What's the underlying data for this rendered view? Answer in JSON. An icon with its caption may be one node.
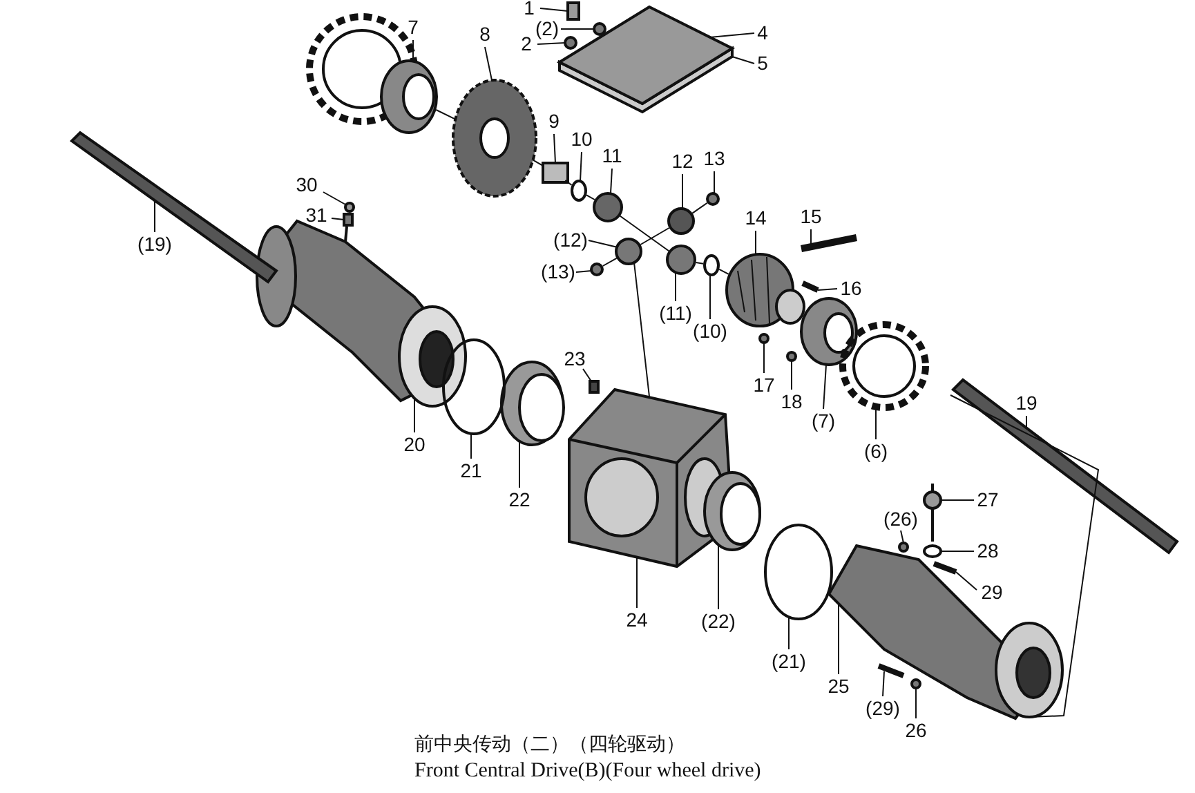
{
  "diagram": {
    "caption": "前中央传动（二）（四轮驱动）",
    "nodes": [
      {
        "text": [
          "1"
        ]
      },
      {
        "text": [
          "(2)"
        ]
      },
      {
        "text": [
          "2"
        ]
      },
      {
        "text": [
          "4"
        ]
      },
      {
        "text": [
          "5"
        ]
      },
      {
        "text": [
          "7"
        ]
      },
      {
        "text": [
          "8"
        ]
      },
      {
        "text": [
          "9"
        ]
      },
      {
        "text": [
          "10"
        ]
      },
      {
        "text": [
          "11"
        ]
      },
      {
        "text": [
          "12"
        ]
      },
      {
        "text": [
          "13"
        ]
      },
      {
        "text": [
          "30"
        ]
      },
      {
        "text": [
          "31"
        ]
      },
      {
        "text": [
          "(19)"
        ]
      },
      {
        "text": [
          "(12)"
        ]
      },
      {
        "text": [
          "(13)"
        ]
      },
      {
        "text": [
          "14"
        ]
      },
      {
        "text": [
          "15"
        ]
      },
      {
        "text": [
          "16"
        ]
      },
      {
        "text": [
          "(11)"
        ]
      },
      {
        "text": [
          "(10)"
        ]
      },
      {
        "text": [
          "17"
        ]
      },
      {
        "text": [
          "18"
        ]
      },
      {
        "text": [
          "(7)"
        ]
      },
      {
        "text": [
          "(6)"
        ]
      },
      {
        "text": [
          "19"
        ]
      },
      {
        "text": [
          "20"
        ]
      },
      {
        "text": [
          "21"
        ]
      },
      {
        "text": [
          "22"
        ]
      },
      {
        "text": [
          "23"
        ]
      },
      {
        "text": [
          "24"
        ]
      },
      {
        "text": [
          "(22)"
        ]
      },
      {
        "text": [
          "(21)"
        ]
      },
      {
        "text": [
          "25"
        ]
      },
      {
        "text": [
          "27"
        ]
      },
      {
        "text": [
          "(26)"
        ]
      },
      {
        "text": [
          "28"
        ]
      },
      {
        "text": [
          "29"
        ]
      },
      {
        "text": [
          "(29)"
        ]
      },
      {
        "text": [
          "26"
        ]
      },
      {
        "text": [],
        "shape": "box"
      },
      {
        "text": [],
        "shape": "circle"
      },
      {
        "text": [],
        "shape": "circle"
      },
      {
        "text": [],
        "shape": "picture"
      },
      {
        "text": [],
        "shape": "picture"
      },
      {
        "text": [],
        "shape": "picture"
      },
      {
        "text": [],
        "shape": "picture"
      },
      {
        "text": [],
        "shape": "box"
      },
      {
        "text": [],
        "shape": "circle"
      },
      {
        "text": [],
        "shape": "circle"
      },
      {
        "text": [],
        "shape": "circle"
      },
      {
        "text": [],
        "shape": "circle"
      },
      {
        "text": [],
        "shape": "circle"
      },
      {
        "text": [],
        "shape": "box"
      },
      {
        "text": [],
        "shape": "picture"
      },
      {
        "text": [],
        "shape": "circle"
      },
      {
        "text": [],
        "shape": "circle"
      },
      {
        "text": [],
        "shape": "picture"
      },
      {
        "text": [],
        "shape": "picture"
      },
      {
        "text": [],
        "shape": "picture"
      },
      {
        "text": [],
        "shape": "circle"
      },
      {
        "text": [],
        "shape": "circle"
      },
      {
        "text": [],
        "shape": "circle"
      },
      {
        "text": [],
        "shape": "circle"
      },
      {
        "text": [],
        "shape": "picture"
      },
      {
        "text": [],
        "shape": "picture"
      },
      {
        "text": [],
        "shape": "picture"
      },
      {
        "text": [],
        "shape": "picture"
      },
      {
        "text": [],
        "shape": "circle"
      },
      {
        "text": [],
        "shape": "picture"
      },
      {
        "text": [],
        "shape": "box"
      },
      {
        "text": [],
        "shape": "picture"
      },
      {
        "text": [],
        "shape": "picture"
      },
      {
        "text": [],
        "shape": "circle"
      },
      {
        "text": [],
        "shape": "picture"
      },
      {
        "text": [],
        "shape": "picture"
      },
      {
        "text": [],
        "shape": "circle"
      },
      {
        "text": [],
        "shape": "circle"
      },
      {
        "text": [],
        "shape": "picture"
      },
      {
        "text": [],
        "shape": "picture"
      },
      {
        "text": [],
        "shape": "circle"
      }
    ],
    "edges": [
      {
        "from": 0,
        "to": 41,
        "arrow": "none"
      },
      {
        "from": 1,
        "to": 42,
        "arrow": "none"
      },
      {
        "from": 2,
        "to": 43,
        "arrow": "none"
      },
      {
        "from": 3,
        "to": 44,
        "arrow": "none"
      },
      {
        "from": 4,
        "to": 45,
        "arrow": "none"
      },
      {
        "from": 5,
        "to": 46,
        "arrow": "none"
      },
      {
        "from": 6,
        "to": 47,
        "arrow": "none"
      },
      {
        "from": 7,
        "to": 48,
        "arrow": "none"
      },
      {
        "from": 8,
        "to": 49,
        "arrow": "none"
      },
      {
        "from": 9,
        "to": 50,
        "arrow": "none"
      },
      {
        "from": 10,
        "to": 51,
        "arrow": "none"
      },
      {
        "from": 11,
        "to": 52,
        "arrow": "none"
      },
      {
        "from": 12,
        "to": 53,
        "arrow": "none"
      },
      {
        "from": 13,
        "to": 54,
        "arrow": "none"
      },
      {
        "from": 14,
        "to": 55,
        "arrow": "none"
      },
      {
        "from": 15,
        "to": 56,
        "arrow": "none"
      },
      {
        "from": 16,
        "to": 57,
        "arrow": "none"
      },
      {
        "from": 17,
        "to": 58,
        "arrow": "none"
      },
      {
        "from": 18,
        "to": 59,
        "arrow": "none"
      },
      {
        "from": 19,
        "to": 60,
        "arrow": "none"
      },
      {
        "from": 20,
        "to": 61,
        "arrow": "none"
      },
      {
        "from": 21,
        "to": 62,
        "arrow": "none"
      },
      {
        "from": 22,
        "to": 63,
        "arrow": "none"
      },
      {
        "from": 23,
        "to": 64,
        "arrow": "none"
      },
      {
        "from": 24,
        "to": 65,
        "arrow": "none"
      },
      {
        "from": 25,
        "to": 66,
        "arrow": "none"
      },
      {
        "from": 26,
        "to": 67,
        "arrow": "none"
      },
      {
        "from": 27,
        "to": 68,
        "arrow": "none"
      },
      {
        "from": 28,
        "to": 69,
        "arrow": "none"
      },
      {
        "from": 29,
        "to": 70,
        "arrow": "none"
      },
      {
        "from": 30,
        "to": 71,
        "arrow": "none"
      },
      {
        "from": 31,
        "to": 72,
        "arrow": "none"
      },
      {
        "from": 32,
        "to": 73,
        "arrow": "none"
      },
      {
        "from": 33,
        "to": 74,
        "arrow": "none"
      },
      {
        "from": 34,
        "to": 75,
        "arrow": "none"
      },
      {
        "from": 35,
        "to": 76,
        "arrow": "none"
      },
      {
        "from": 36,
        "to": 77,
        "arrow": "none"
      },
      {
        "from": 37,
        "to": 78,
        "arrow": "none"
      },
      {
        "from": 38,
        "to": 79,
        "arrow": "none"
      },
      {
        "from": 39,
        "to": 80,
        "arrow": "none"
      },
      {
        "from": 40,
        "to": 81,
        "arrow": "none"
      },
      {
        "from": 46,
        "to": 47,
        "arrow": "none"
      },
      {
        "from": 47,
        "to": 48,
        "arrow": "none"
      },
      {
        "from": 48,
        "to": 49,
        "arrow": "none"
      },
      {
        "from": 49,
        "to": 50,
        "arrow": "none"
      },
      {
        "from": 50,
        "to": 61,
        "arrow": "none"
      },
      {
        "from": 61,
        "to": 62,
        "arrow": "none"
      },
      {
        "from": 62,
        "to": 58,
        "arrow": "none"
      },
      {
        "from": 57,
        "to": 56,
        "arrow": "none"
      },
      {
        "from": 56,
        "to": 51,
        "arrow": "none"
      },
      {
        "from": 51,
        "to": 52,
        "arrow": "none"
      },
      {
        "from": 56,
        "to": 72,
        "arrow": "none"
      },
      {
        "from": 67,
        "to": 75,
        "arrow": "none"
      }
    ],
    "labels": [
      "Front Central Drive(B)(Four wheel drive)"
    ]
  }
}
